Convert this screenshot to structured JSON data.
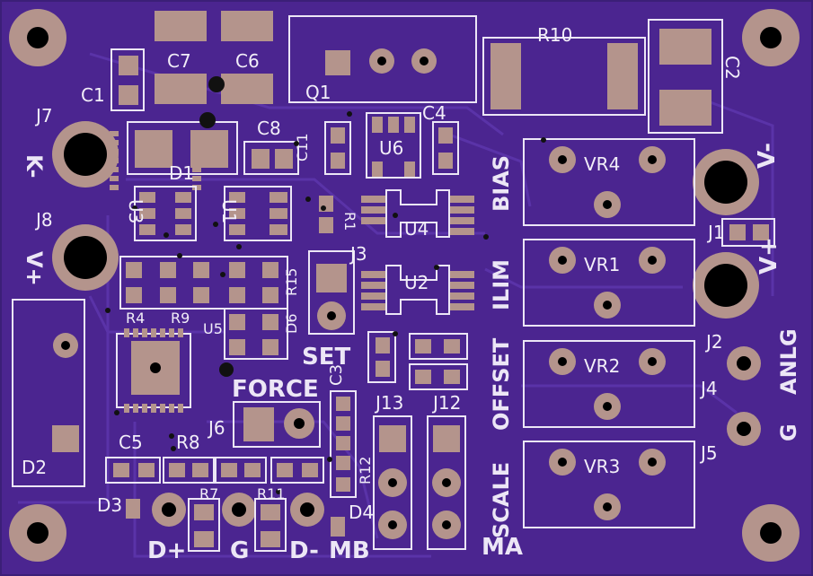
{
  "board": {
    "bg_color": "#4b2590",
    "trace_color": "#5a33a8",
    "pad_color": "#b4948c",
    "silk_color": "#ece6f6"
  },
  "refs": {
    "c7": "C7",
    "c6": "C6",
    "c1": "C1",
    "q1": "Q1",
    "r10": "R10",
    "c2": "C2",
    "j7": "J7",
    "c8": "C8",
    "c11": "C11",
    "u6": "U6",
    "c4": "C4",
    "d1": "D1",
    "u3": "U3",
    "u1": "U1",
    "r1": "R1",
    "u4": "U4",
    "j8": "J8",
    "j3": "J3",
    "u2": "U2",
    "r15": "R15",
    "d6": "D6",
    "vr4": "VR4",
    "vr1": "VR1",
    "vr2": "VR2",
    "vr3": "VR3",
    "j1": "J1",
    "j2": "J2",
    "j4": "J4",
    "j5": "J5",
    "j6": "J6",
    "j13": "J13",
    "j12": "J12",
    "c3": "C3",
    "c5": "C5",
    "r8": "R8",
    "d2": "D2",
    "d3": "D3",
    "d4": "D4",
    "r12": "R12",
    "r4": "R4",
    "r9": "R9",
    "u5": "U5",
    "r11": "R11",
    "r7": "R7"
  },
  "silk": {
    "k": "K-",
    "v_plus_left": "V+",
    "v_minus": "V-",
    "v_plus_right": "V+",
    "bias": "BIAS",
    "ilim": "ILIM",
    "offset": "OFFSET",
    "scale": "SCALE",
    "anlg": "ANLG",
    "g_right": "G",
    "set": "SET",
    "force": "FORCE",
    "d_plus": "D+",
    "g_bottom": "G",
    "d_minus": "D-",
    "mb": "MB",
    "ma": "MA"
  }
}
